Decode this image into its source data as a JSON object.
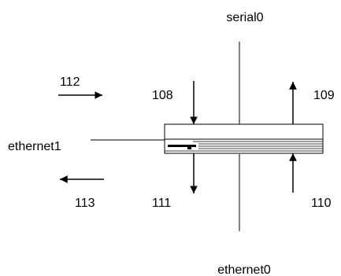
{
  "interfaces": {
    "top": "serial0",
    "bottom": "ethernet0",
    "left": "ethernet1"
  },
  "arrows": {
    "a112": "112",
    "a108": "108",
    "a109": "109",
    "a113": "113",
    "a111": "111",
    "a110": "110"
  },
  "colors": {
    "stroke": "#000000",
    "device_indicator": "#000000",
    "background": "#ffffff"
  }
}
